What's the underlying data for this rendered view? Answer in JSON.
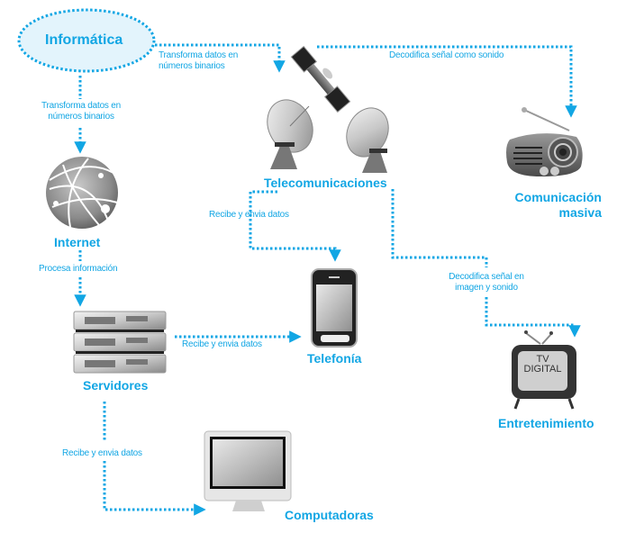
{
  "diagram": {
    "accent_color": "#12a6e4",
    "root": {
      "label": "Informática"
    },
    "nodes": {
      "internet": {
        "label": "Internet",
        "icon": "globe-network-icon"
      },
      "telecom": {
        "label": "Telecomunicaciones",
        "icon": "satellite-dishes-icon"
      },
      "masiva": {
        "label_line1": "Comunicación",
        "label_line2": "masiva",
        "icon": "radio-icon"
      },
      "servidores": {
        "label": "Servidores",
        "icon": "server-rack-icon"
      },
      "telefonia": {
        "label": "Telefonía",
        "icon": "smartphone-icon"
      },
      "entretenimiento": {
        "label": "Entretenimiento",
        "icon": "tv-icon",
        "screen_text_line1": "TV",
        "screen_text_line2": "DIGITAL"
      },
      "computadoras": {
        "label": "Computadoras",
        "icon": "computer-monitor-icon"
      }
    },
    "edges": {
      "info_to_telecom": {
        "line1": "Transforma datos en",
        "line2": "números binarios"
      },
      "info_to_internet": {
        "line1": "Transforma datos en",
        "line2": "números binarios"
      },
      "telecom_to_masiva": {
        "line1": "Decodifica señal como sonido"
      },
      "internet_to_servidores": {
        "line1": "Procesa información"
      },
      "telecom_to_telefonia": {
        "line1": "Recibe y envia datos"
      },
      "telecom_to_entretenimiento": {
        "line1": "Decodifica señal en",
        "line2": "imagen y sonido"
      },
      "servidores_to_telefonia": {
        "line1": "Recibe y envia datos"
      },
      "servidores_to_computadoras": {
        "line1": "Recibe y envia datos"
      }
    }
  }
}
